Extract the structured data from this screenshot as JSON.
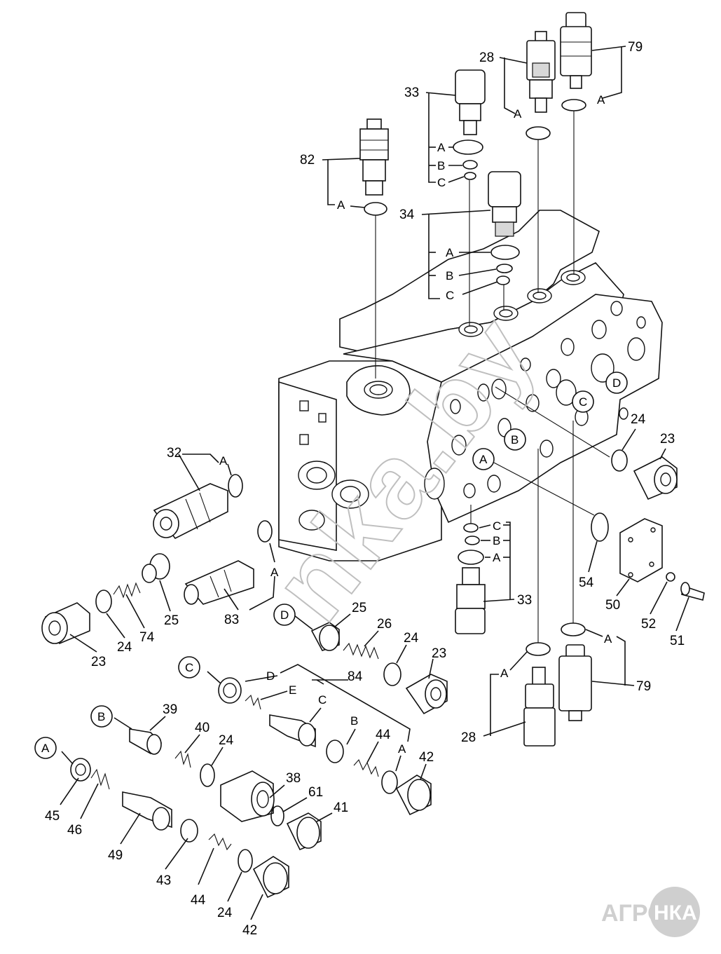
{
  "callouts": {
    "n79a": "79",
    "n28a": "28",
    "n33a": "33",
    "n82": "82",
    "n34": "34",
    "n32": "32",
    "n83": "83",
    "n25a": "25",
    "n74": "74",
    "n24a": "24",
    "n23a": "23",
    "n25b": "25",
    "n26": "26",
    "n24b": "24",
    "n23b": "23",
    "n24c": "24",
    "n23c": "23",
    "n54": "54",
    "n33b": "33",
    "n50": "50",
    "n52": "52",
    "n51": "51",
    "n79b": "79",
    "n28b": "28",
    "n84": "84",
    "n39": "39",
    "n40": "40",
    "n24d": "24",
    "n44a": "44",
    "n42a": "42",
    "n38": "38",
    "n61": "61",
    "n41": "41",
    "n45": "45",
    "n46": "46",
    "n49": "49",
    "n43": "43",
    "n44b": "44",
    "n24e": "24",
    "n42b": "42"
  },
  "letters": {
    "a1": "A",
    "a2": "A",
    "a3": "A",
    "a4": "A",
    "a5": "A",
    "a6": "A",
    "a7": "A",
    "a8": "A",
    "a9": "A",
    "a10": "A",
    "a11": "A",
    "b1": "B",
    "b2": "B",
    "b3": "B",
    "b4": "B",
    "c1": "C",
    "c2": "C",
    "c3": "C",
    "c4": "C",
    "d1": "D",
    "e1": "E"
  },
  "circled": {
    "face_a": "A",
    "face_b": "B",
    "face_c": "C",
    "face_d": "D",
    "sub_d": "D",
    "sub_c": "C",
    "sub_b": "B",
    "sub_a": "A"
  },
  "watermark": "nka.by",
  "brand": {
    "part1": "АГРО",
    "part2": "НКА"
  }
}
